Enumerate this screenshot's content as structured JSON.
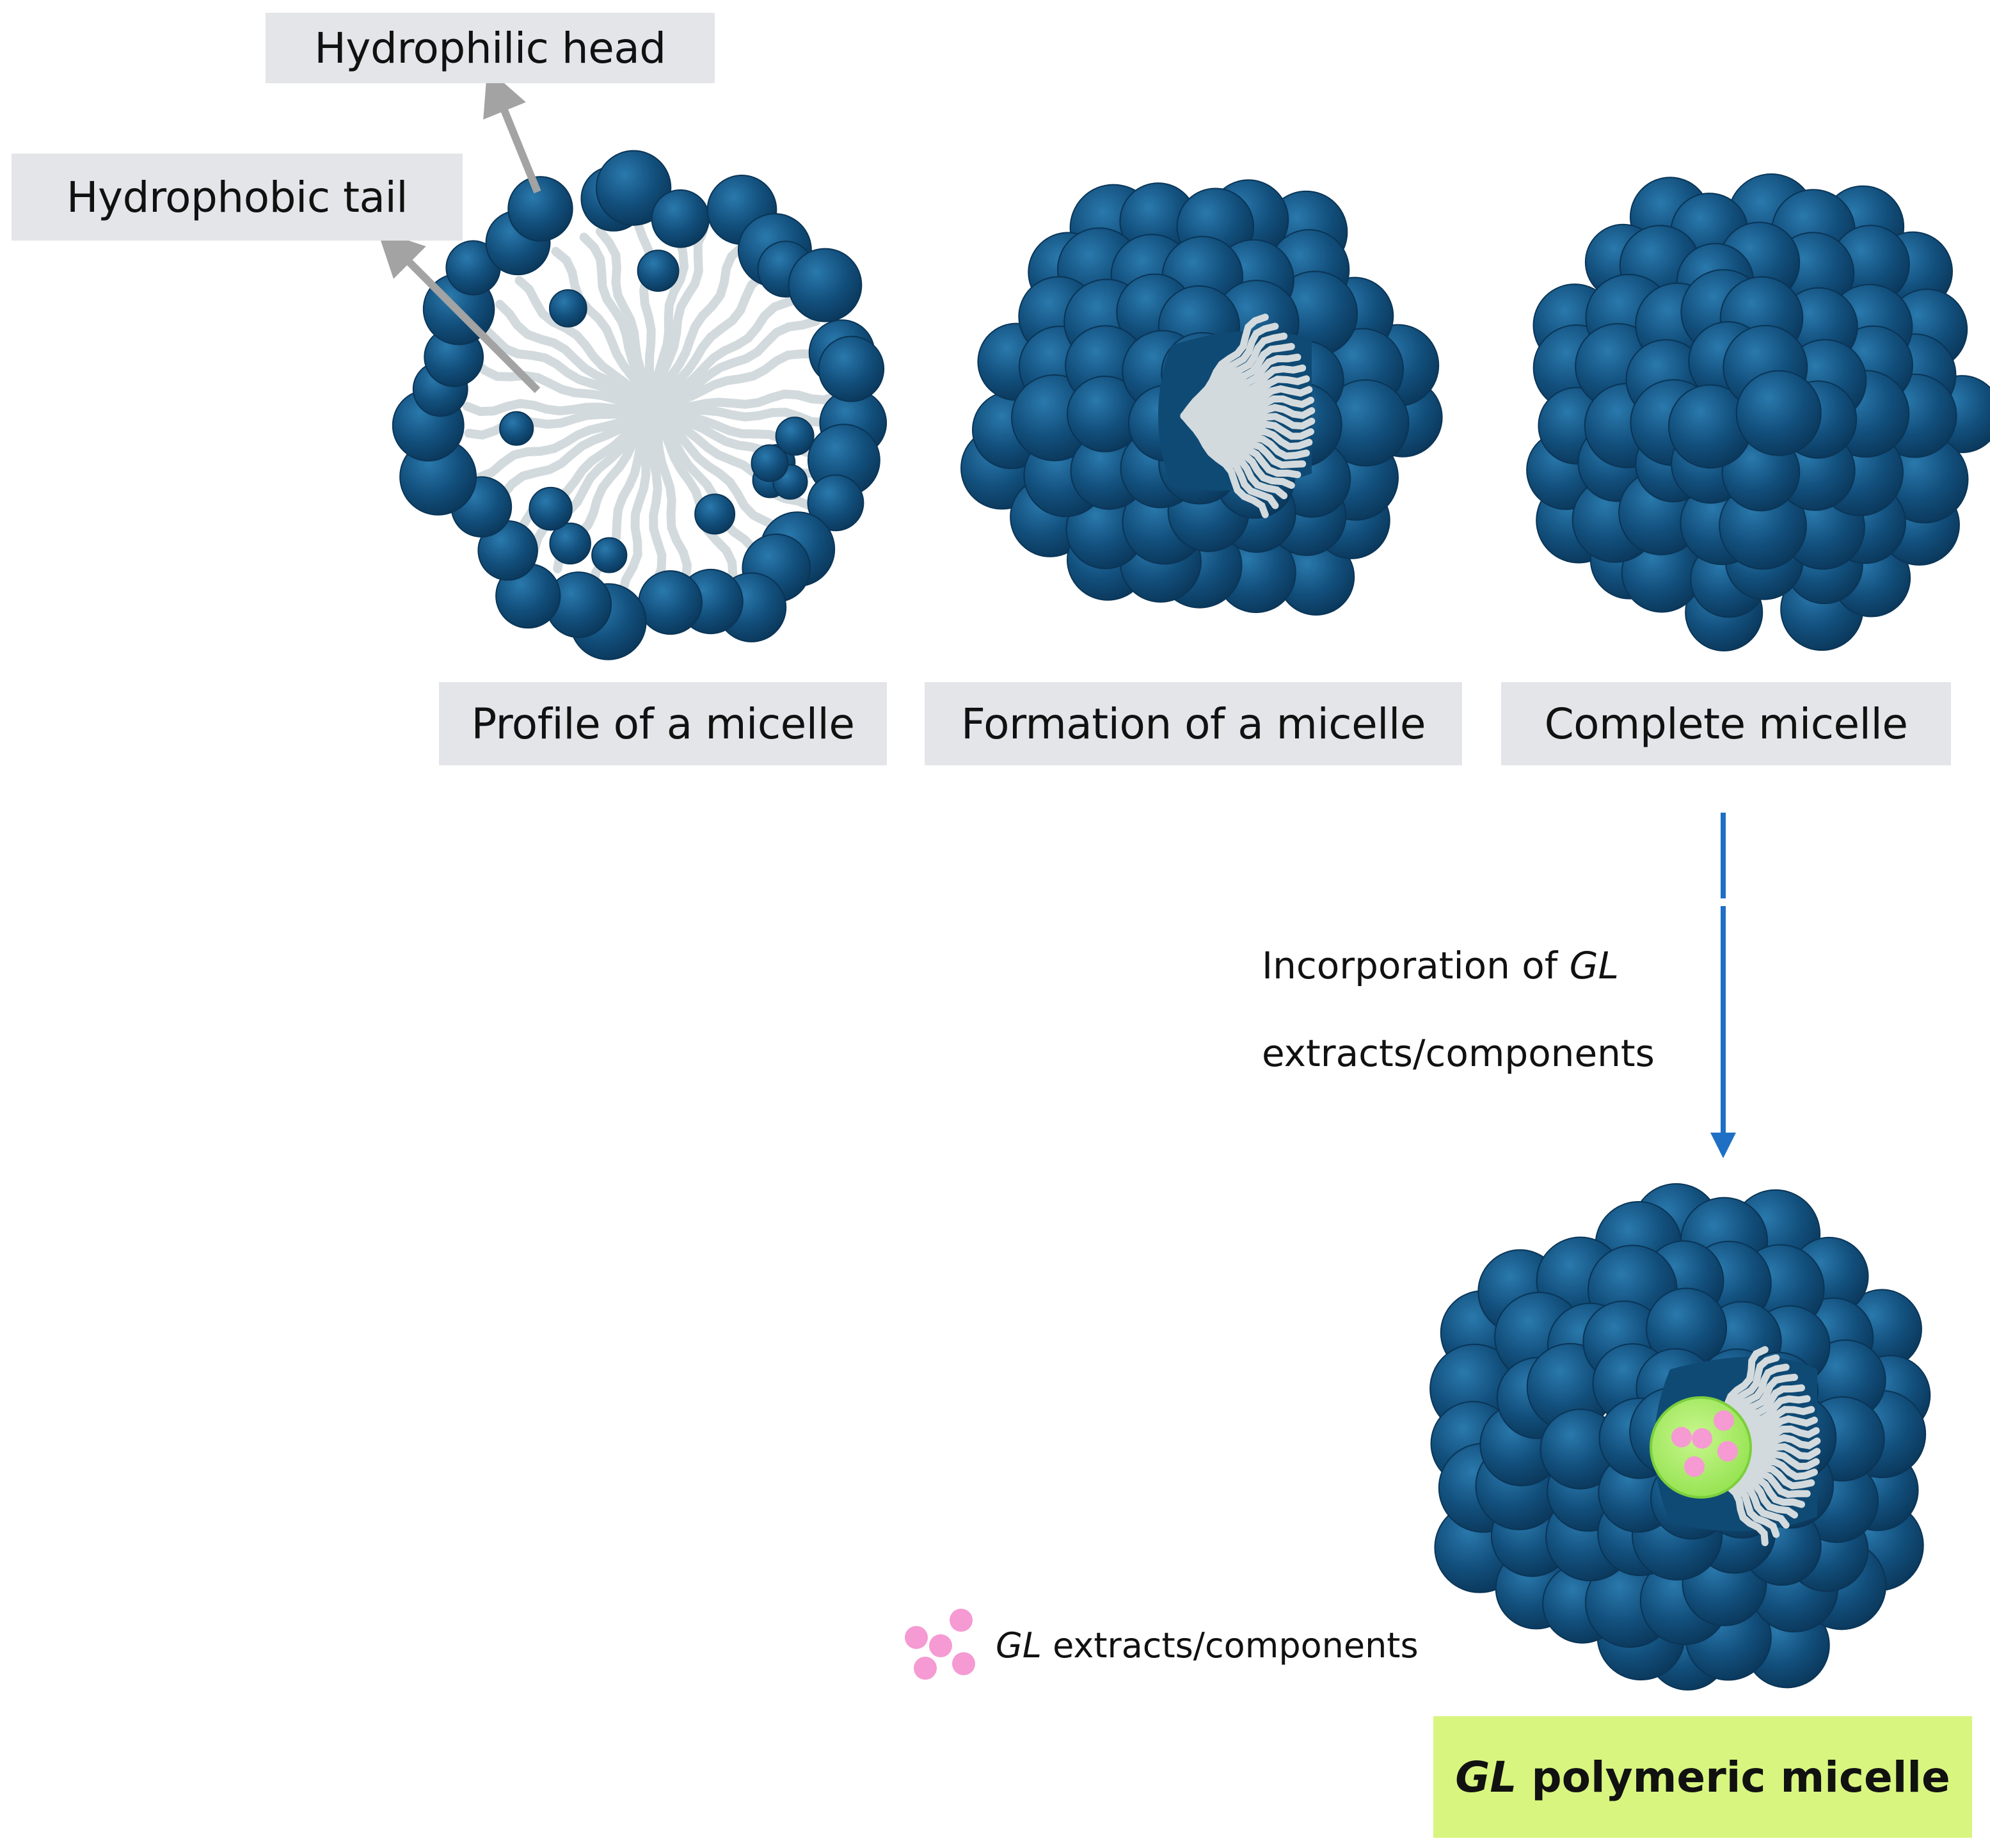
{
  "labels": {
    "hydrophilic_head": "Hydrophilic head",
    "hydrophobic_tail": "Hydrophobic tail",
    "profile": "Profile of a micelle",
    "formation": "Formation of a micelle",
    "complete": "Complete micelle",
    "incorporation_line1_prefix": "Incorporation of ",
    "incorporation_line1_italic": "GL",
    "incorporation_line2": "extracts/components",
    "legend_italic": "GL",
    "legend_rest": " extracts/components",
    "final_italic": "GL",
    "final_rest": " polymeric micelle"
  },
  "colors": {
    "head": "#0f4a74",
    "head_highlight": "#1d6a9c",
    "tail": "#d3dadd",
    "label_bg": "#e4e5e9",
    "arrow_grey": "#a3a3a3",
    "arrow_blue": "#1f6fc4",
    "core_green": "#a8f06a",
    "payload_pink": "#f59ad2",
    "final_bg": "#d8f57f"
  }
}
